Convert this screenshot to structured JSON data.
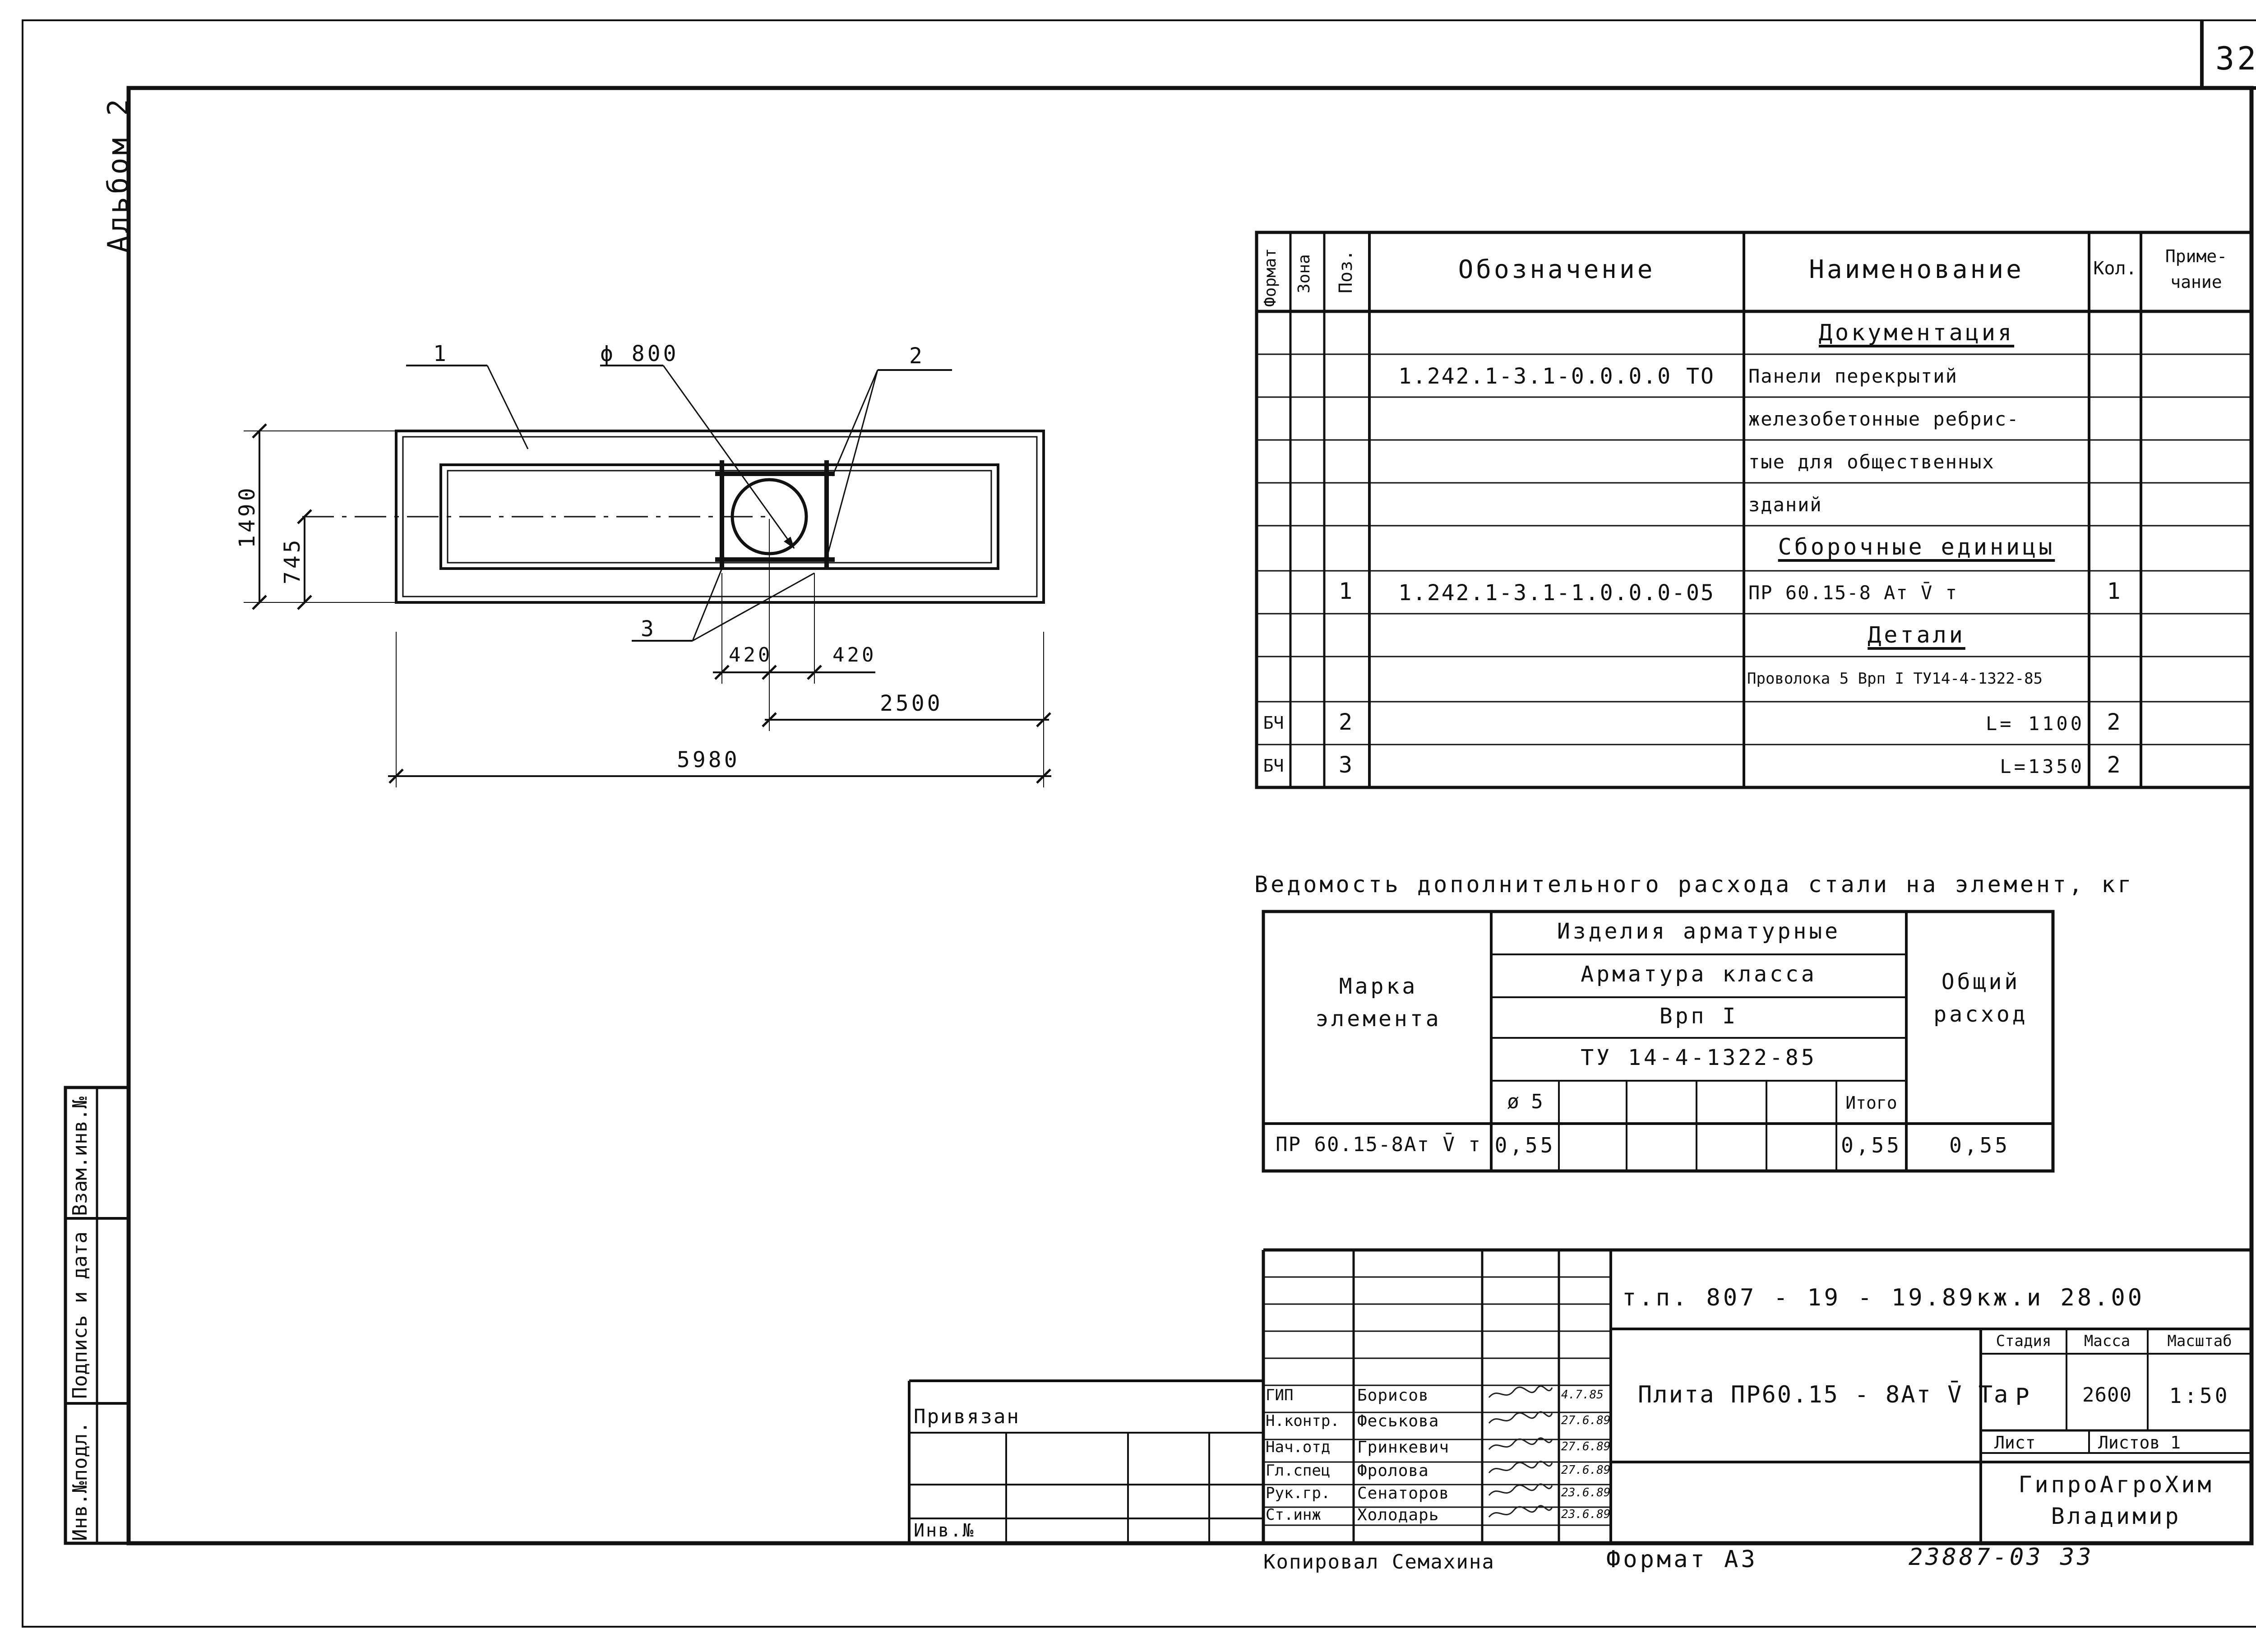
{
  "sheet": {
    "page_number": "32",
    "album_label": "Альбом 2",
    "bottom_code": "23887-03 33",
    "format_label": "Формат А3",
    "copied_by": "Копировал Семахина",
    "privyazan": "Привязан",
    "inv_no_label": "Инв.№"
  },
  "side_stamp": {
    "inv_podl": "Инв.№подл.",
    "sign_date": "Подпись и дата",
    "vzam_inv": "Взам.инв.№"
  },
  "plan_drawing": {
    "callouts": [
      "1",
      "2",
      "3"
    ],
    "hole_label": "ϕ 800",
    "dimensions": {
      "height_total": "1490",
      "height_half": "745",
      "offset_left": "420",
      "offset_right": "420",
      "half_length": "2500",
      "length_total": "5980"
    }
  },
  "spec_table": {
    "headers": {
      "format": "Формат",
      "zone": "Зона",
      "pos": "Поз.",
      "designation": "Обозначение",
      "name": "Наименование",
      "qty": "Кол.",
      "note": "Приме-чание"
    },
    "rows": [
      {
        "format": "",
        "pos": "",
        "designation": "",
        "name": "Документация",
        "qty": "",
        "heading": true
      },
      {
        "format": "",
        "pos": "",
        "designation": "1.242.1-3.1-0.0.0.0 ТО",
        "name": "Панели перекрытий",
        "qty": ""
      },
      {
        "format": "",
        "pos": "",
        "designation": "",
        "name": "железобетонные ребрис-",
        "qty": ""
      },
      {
        "format": "",
        "pos": "",
        "designation": "",
        "name": "тые для общественных",
        "qty": ""
      },
      {
        "format": "",
        "pos": "",
        "designation": "",
        "name": "зданий",
        "qty": ""
      },
      {
        "format": "",
        "pos": "",
        "designation": "",
        "name": "Сборочные единицы",
        "qty": "",
        "heading": true
      },
      {
        "format": "",
        "pos": "1",
        "designation": "1.242.1-3.1-1.0.0.0-05",
        "name": "ПР 60.15-8 Ат V̄ т",
        "qty": "1"
      },
      {
        "format": "",
        "pos": "",
        "designation": "",
        "name": "Детали",
        "qty": "",
        "heading": true
      },
      {
        "format": "",
        "pos": "",
        "designation": "",
        "name": "Проволока 5 Врп I ТУ14-4-1322-85",
        "qty": ""
      },
      {
        "format": "БЧ",
        "pos": "2",
        "designation": "",
        "name": "L= 1100",
        "qty": "2",
        "right": true
      },
      {
        "format": "БЧ",
        "pos": "3",
        "designation": "",
        "name": "L=1350",
        "qty": "2",
        "right": true
      }
    ]
  },
  "steel_table": {
    "title": "Ведомость дополнительного расхода стали на элемент, кг",
    "col_mark": "Марка элемента",
    "group_header": "Изделия арматурные",
    "class_header": "Арматура класса",
    "class_value": "Врп I",
    "standard": "ТУ 14-4-1322-85",
    "sub_d5": "ø 5",
    "sub_total": "Итого",
    "col_total": "Общий расход",
    "row": {
      "mark": "ПР 60.15-8Ат V̄ т",
      "d5": "0,55",
      "itogo": "0,55",
      "total": "0,55"
    }
  },
  "title_block": {
    "doc_code": "т.п. 807 - 19 - 19.89",
    "album_code": "кж.и 28.00",
    "title": "Плита ПР60.15 - 8Ат V̄ Та",
    "stage_label": "Стадия",
    "mass_label": "Масса",
    "scale_label": "Масштаб",
    "stage": "Р",
    "mass": "2600",
    "scale": "1:50",
    "sheet_label": "Лист",
    "sheets_label": "Листов 1",
    "org": "ГипроАгроХим",
    "city": "Владимир",
    "people": [
      {
        "role": "ГИП",
        "name": "Борисов",
        "date": "4.7.85"
      },
      {
        "role": "Н.контр.",
        "name": "Феськова",
        "date": "27.6.89"
      },
      {
        "role": "Нач.отд",
        "name": "Гринкевич",
        "date": "27.6.89"
      },
      {
        "role": "Гл.спец",
        "name": "Фролова",
        "date": "27.6.89"
      },
      {
        "role": "Рук.гр.",
        "name": "Сенаторов",
        "date": "23.6.89"
      },
      {
        "role": "Ст.инж",
        "name": "Холодарь",
        "date": "23.6.89"
      }
    ]
  }
}
